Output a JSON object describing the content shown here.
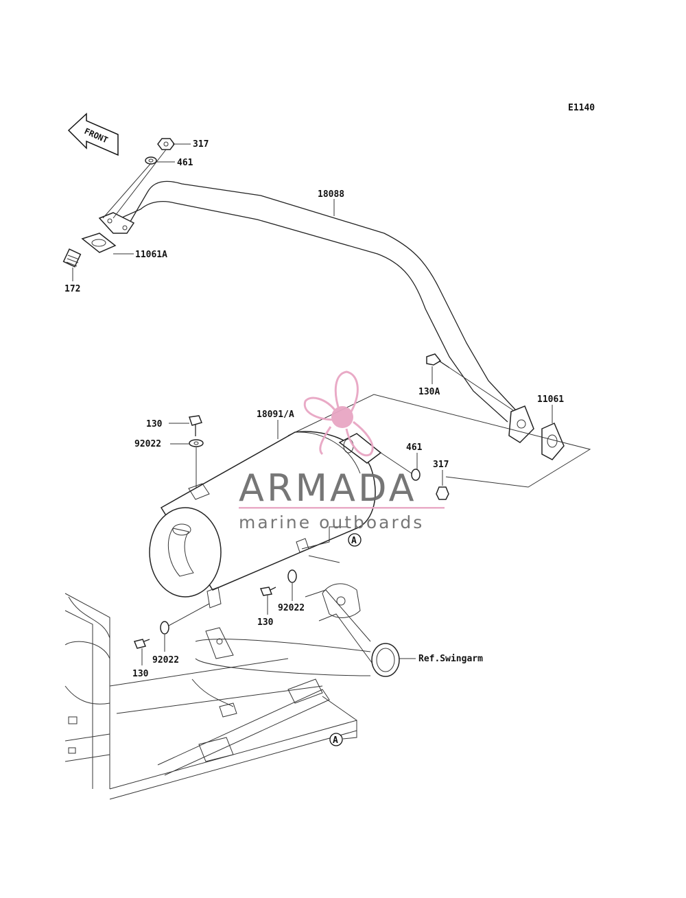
{
  "diagram_code": "E1140",
  "front_label": "FRONT",
  "watermark": {
    "brand": "ARMADA",
    "tagline": "marine outboards",
    "accent_color": "#e8a6c4",
    "text_color": "#6f6f6f"
  },
  "callouts": {
    "nut_317_top": "317",
    "washer_461_top": "461",
    "pipe_18088": "18088",
    "gasket_11061a": "11061A",
    "stud_172": "172",
    "bolt_130a": "130A",
    "gasket_11061": "11061",
    "muffler_18091a": "18091/A",
    "bolt_130_top": "130",
    "washer_92022_top": "92022",
    "washer_461_right": "461",
    "nut_317_right": "317",
    "bolt_130_mid": "130",
    "washer_92022_mid": "92022",
    "bolt_130_bottom": "130",
    "washer_92022_bottom": "92022",
    "ref_swingarm": "Ref.Swingarm",
    "ref_a_upper": "A",
    "ref_a_lower": "A"
  }
}
